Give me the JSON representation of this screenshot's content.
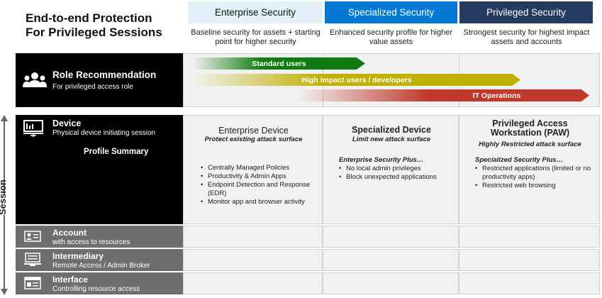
{
  "title": "End-to-end Protection\nFor Privileged Sessions",
  "columns": [
    {
      "label": "Enterprise Security",
      "desc": "Baseline security for assets + starting point for higher security",
      "color": "#e6f3fb"
    },
    {
      "label": "Specialized Security",
      "desc": "Enhanced security profile for higher value assets",
      "color": "#0078d4"
    },
    {
      "label": "Privileged Security",
      "desc": "Strongest security for highest impact assets and accounts",
      "color": "#243a5e"
    }
  ],
  "role": {
    "title": "Role Recommendation",
    "sub": "For privileged access role",
    "arrows": [
      {
        "label": "Standard users",
        "color": "#107c10"
      },
      {
        "label": "High impact users / developers",
        "color": "#c0b000"
      },
      {
        "label": "IT Operations",
        "color": "#c0392b"
      }
    ]
  },
  "session_label": "Session",
  "device": {
    "title": "Device",
    "sub": "Physical device initiating session",
    "profile_summary": "Profile Summary",
    "enterprise": {
      "title": "Enterprise Device",
      "sub": "Protect existing attack surface",
      "bullets": [
        "Centrally Managed Policies",
        "Productivity & Admin Apps",
        "Endpoint Detection and Response (EDR)",
        "Monitor app and browser activity"
      ]
    },
    "specialized": {
      "title": "Specialized Device",
      "sub": "Limit new attack surface",
      "plus": "Enterprise Security Plus…",
      "bullets": [
        "No local admin privileges",
        "Block unexpected applications"
      ]
    },
    "privileged": {
      "title": "Privileged Access Workstation (PAW)",
      "sub": "Highly Restricted attack surface",
      "plus": "Specialized Security Plus…",
      "bullets": [
        "Restricted applications (limited or no productivity apps)",
        "Restricted web browsing"
      ]
    }
  },
  "rows": [
    {
      "title": "Account",
      "sub": "with access to resources"
    },
    {
      "title": "Intermediary",
      "sub": "Remote Access / Admin Broker"
    },
    {
      "title": "Interface",
      "sub": "Controlling resource access"
    }
  ]
}
